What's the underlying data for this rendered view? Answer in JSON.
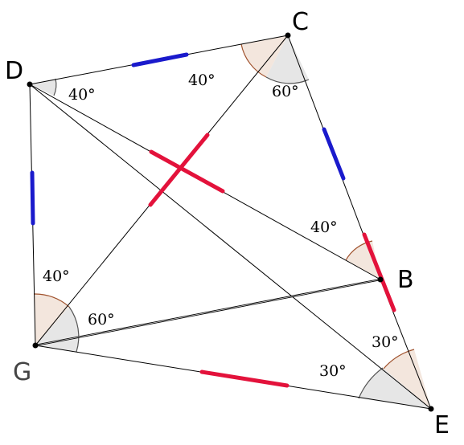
{
  "colors": {
    "blue_tick": "#1a1acc",
    "red_tick": "#e3123b",
    "angle_fill_warm": "#f3e6dd",
    "angle_fill_gray": "#e6e6e6",
    "arc_warm": "#a0522d",
    "arc_gray": "#555555"
  },
  "vertices": {
    "C": "C",
    "D": "D",
    "B": "B",
    "G": "G",
    "E": "E"
  },
  "angles": {
    "D_at_DC": "40°",
    "C_at_CD": "40°",
    "C_at_CB": "60°",
    "B_at_BD": "40°",
    "G_at_GD": "40°",
    "G_at_GB": "60°",
    "E_at_EB": "30°",
    "E_at_EG": "30°"
  }
}
